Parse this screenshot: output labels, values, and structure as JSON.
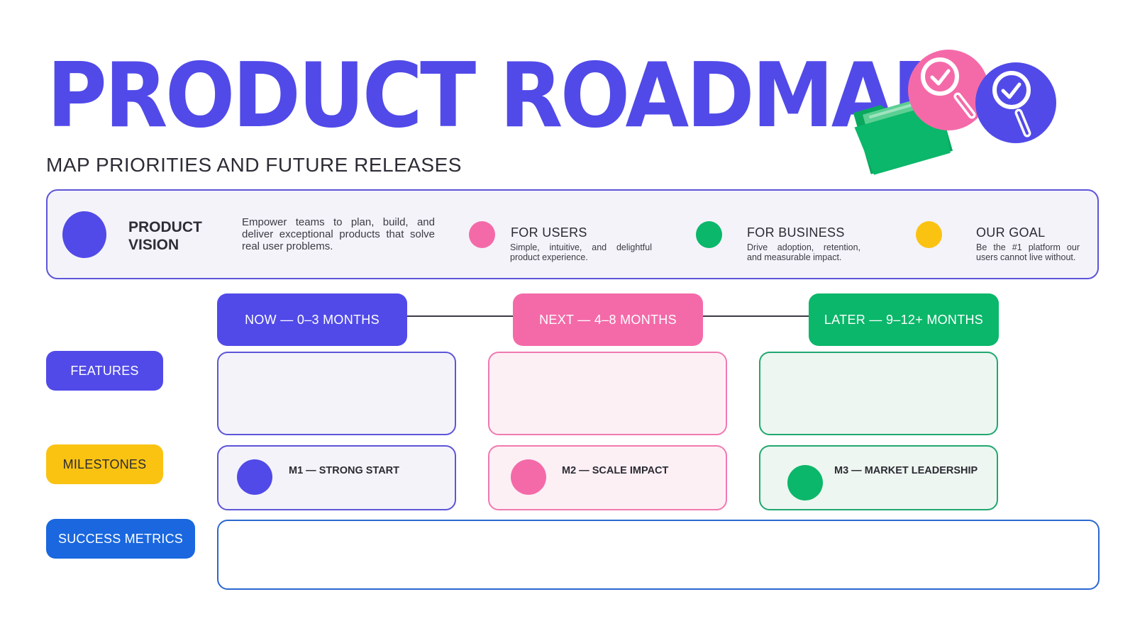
{
  "header": {
    "title": "PRODUCT ROADMAP",
    "subtitle": "MAP PRIORITIES AND FUTURE RELEASES"
  },
  "illustration": {
    "icons": [
      "folder-icon",
      "magnifier-check-icon",
      "magnifier-check-icon"
    ]
  },
  "vision": {
    "title": "PRODUCT VISION",
    "text": "Empower teams to plan, build, and deliver exceptional products that solve real user problems.",
    "items": [
      {
        "heading": "FOR USERS",
        "text": "Simple, intuitive, and delightful product experience.",
        "color": "#f46aa9"
      },
      {
        "heading": "FOR BUSINESS",
        "text": "Drive adoption, retention, and measurable impact.",
        "color": "#0bb76a"
      },
      {
        "heading": "OUR GOAL",
        "text": "Be the #1 platform our users cannot live without.",
        "color": "#fac312"
      }
    ]
  },
  "phases": [
    {
      "label": "NOW — 0–3 MONTHS",
      "color": "#514ae8"
    },
    {
      "label": "NEXT — 4–8 MONTHS",
      "color": "#f46aa9"
    },
    {
      "label": "LATER — 9–12+ MONTHS",
      "color": "#0bb76a"
    }
  ],
  "rows": {
    "features": {
      "label": "FEATURES",
      "color": "#514ae8"
    },
    "milestones": {
      "label": "MILESTONES",
      "color": "#fac312"
    },
    "metrics": {
      "label": "SUCCESS METRICS",
      "color": "#1a67df"
    }
  },
  "milestones": [
    {
      "label": "M1 — STRONG START",
      "color": "#514ae8"
    },
    {
      "label": "M2 — SCALE IMPACT",
      "color": "#f46aa9"
    },
    {
      "label": "M3 — MARKET LEADERSHIP",
      "color": "#0bb76a"
    }
  ],
  "colors": {
    "primary": "#514ae8",
    "pink": "#f46aa9",
    "green": "#0bb76a",
    "yellow": "#fac312",
    "blue": "#1a67df"
  }
}
